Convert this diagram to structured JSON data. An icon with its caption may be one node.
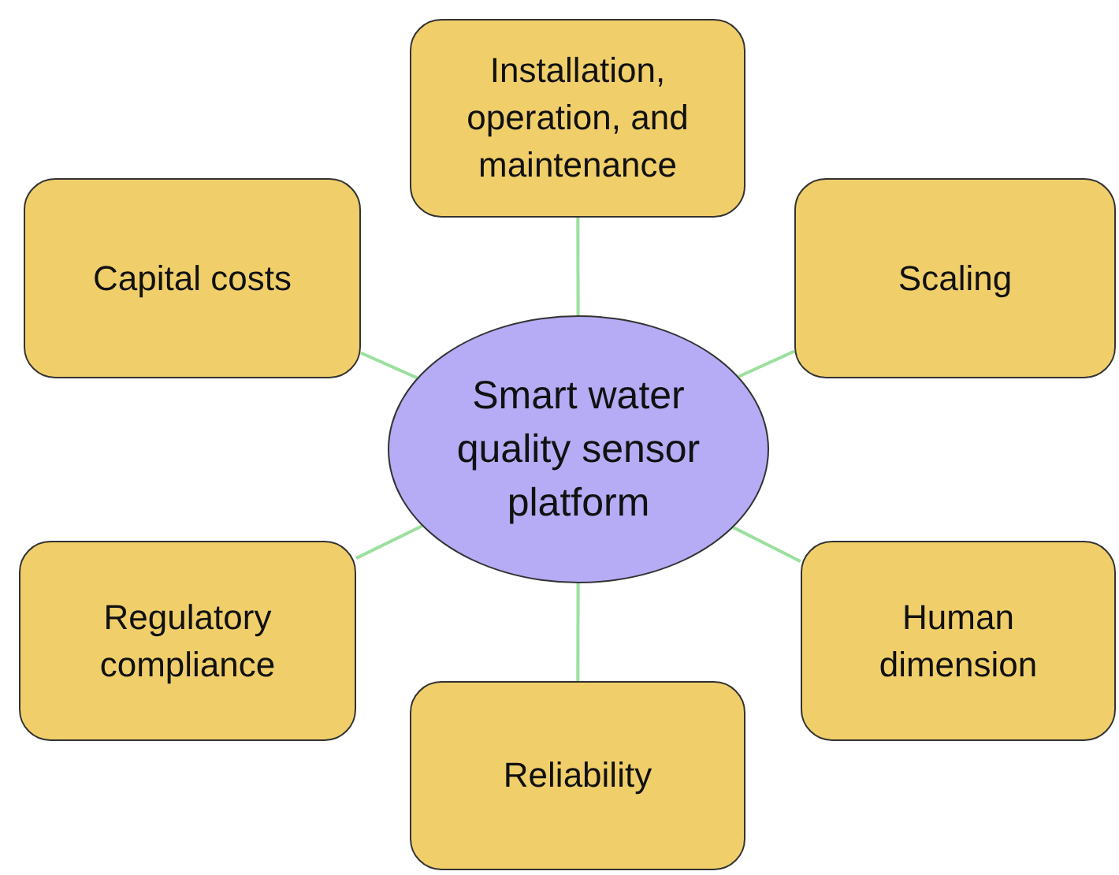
{
  "diagram": {
    "nodes": [
      {
        "text": [
          "Installation, operation, and maintenance"
        ]
      },
      {
        "text": [
          "Capital costs"
        ]
      },
      {
        "text": [
          "Scaling"
        ]
      },
      {
        "text": [
          "Smart water quality sensor platform"
        ]
      },
      {
        "text": [
          "Regulatory compliance"
        ]
      },
      {
        "text": [
          "Human dimension"
        ]
      },
      {
        "text": [
          "Reliability"
        ]
      }
    ],
    "edges": [
      {
        "from": 3,
        "to": 0,
        "arrow": "none"
      },
      {
        "from": 3,
        "to": 1,
        "arrow": "none"
      },
      {
        "from": 3,
        "to": 2,
        "arrow": "none"
      },
      {
        "from": 3,
        "to": 4,
        "arrow": "none"
      },
      {
        "from": 3,
        "to": 5,
        "arrow": "none"
      },
      {
        "from": 3,
        "to": 6,
        "arrow": "none"
      }
    ]
  }
}
